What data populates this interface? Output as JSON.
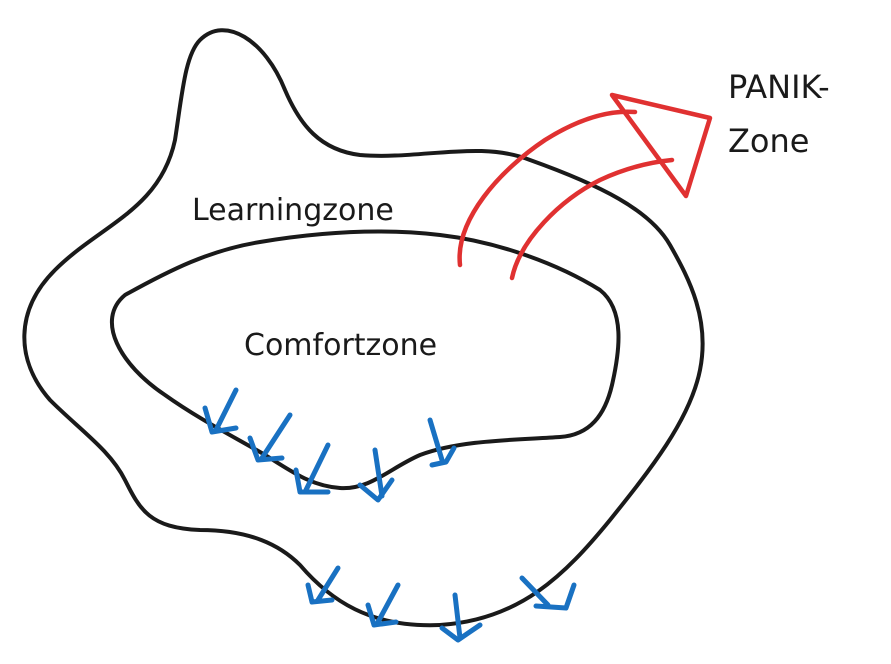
{
  "labels": {
    "learning": "Learningzone",
    "comfort": "Comfortzone",
    "panic_line1": "PANIK-",
    "panic_line2": "Zone"
  },
  "colors": {
    "outline": "#1a1a1a",
    "panic_arrow": "#e03131",
    "growth_arrows": "#1971c2",
    "background": "#ffffff"
  }
}
